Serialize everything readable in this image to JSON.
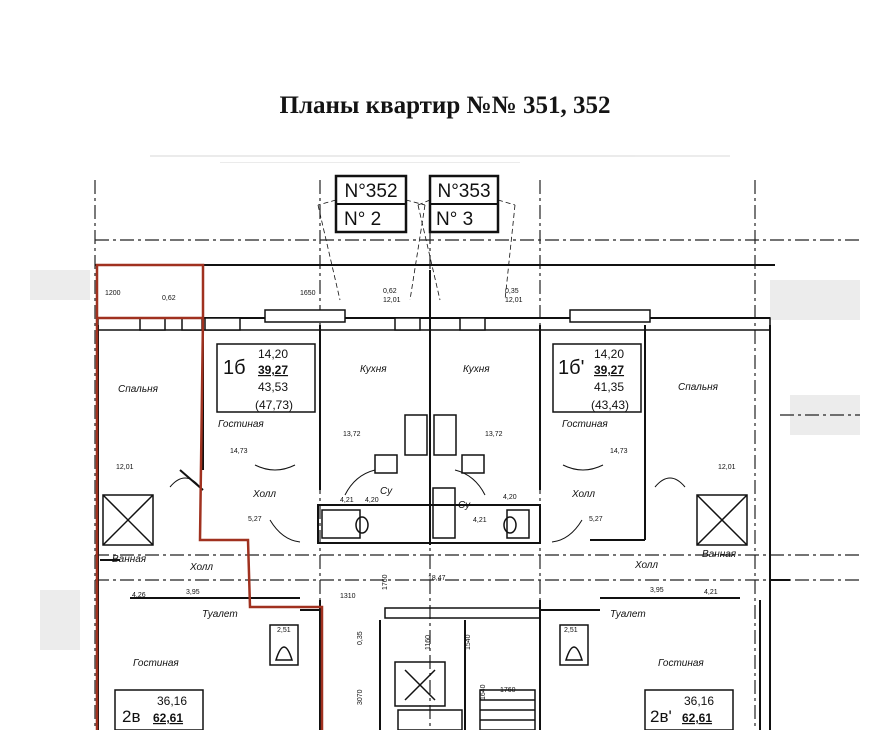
{
  "page": {
    "title": "Планы квартир №№ 351, 352"
  },
  "plan": {
    "badges": [
      {
        "number": "N°352",
        "apartment": "N° 2"
      },
      {
        "number": "N°353",
        "apartment": "N° 3"
      }
    ],
    "left_unit": {
      "code": "1б",
      "areas": [
        "14,20",
        "39,27",
        "43,53",
        "(47,73)"
      ]
    },
    "right_unit": {
      "code": "1б'",
      "areas": [
        "14,20",
        "39,27",
        "41,35",
        "(43,43)"
      ]
    },
    "bottom_left_unit": {
      "code": "2в",
      "areas": [
        "36,16",
        "62,61"
      ]
    },
    "bottom_right_unit": {
      "code": "2в'",
      "areas": [
        "36,16",
        "62,61"
      ]
    },
    "rooms": {
      "bedroom": "Спальня",
      "living": "Гостиная",
      "kitchen": "Кухня",
      "hall": "Холл",
      "bathroom": "Ванная",
      "toilet": "Туалет",
      "wc": "Су"
    },
    "dims": [
      "1200",
      "1650",
      "1310",
      "1760",
      "3070",
      "1640",
      "1540",
      "1160",
      "0,62",
      "0,35",
      "13,72",
      "13,72",
      "14,73",
      "14,73",
      "5,27",
      "5,27",
      "4,26",
      "4,21",
      "12,01",
      "12,01",
      "4,20",
      "4,20",
      "2,51",
      "2,51",
      "3,95",
      "3,95",
      "4,21",
      "4,21",
      "18,47"
    ]
  }
}
